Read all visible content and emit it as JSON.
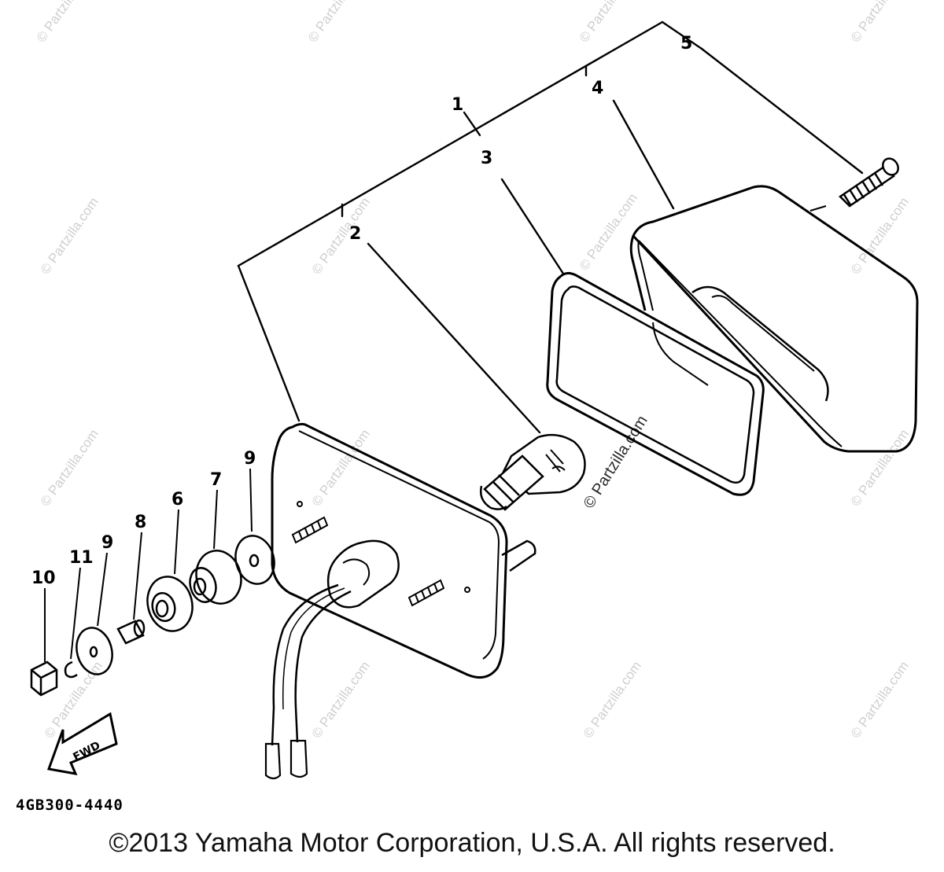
{
  "diagram": {
    "part_code": "4GB300-4440",
    "direction_label": "FWD",
    "callouts": {
      "c1": "1",
      "c2": "2",
      "c3": "3",
      "c4": "4",
      "c5": "5",
      "c6": "6",
      "c7": "7",
      "c8": "8",
      "c9a": "9",
      "c9b": "9",
      "c10": "10",
      "c11": "11"
    },
    "watermark_text": "© Partzilla.com",
    "copyright": "©2013 Yamaha Motor Corporation, U.S.A. All rights reserved."
  },
  "colors": {
    "line": "#000000",
    "watermark": "#cfcfcf",
    "background": "#ffffff"
  }
}
